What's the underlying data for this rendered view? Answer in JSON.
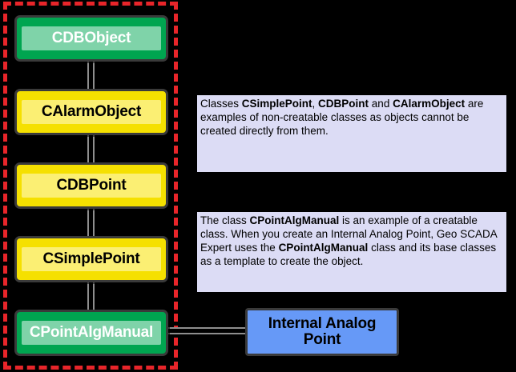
{
  "diagram": {
    "title": "Geo SCADA Expert class hierarchy diagram",
    "group_highlight": {
      "name": "non-creatable-and-creatable-class-chain",
      "border_color": "#e8252a",
      "style": "dashed"
    },
    "nodes": [
      {
        "id": "cdbobject",
        "label": "CDBObject",
        "color": "#00a550",
        "kind": "class-box-green"
      },
      {
        "id": "calarmobject",
        "label": "CAlarmObject",
        "color": "#f5e000",
        "kind": "class-box-yellow"
      },
      {
        "id": "cdbpoint",
        "label": "CDBPoint",
        "color": "#f5e000",
        "kind": "class-box-yellow"
      },
      {
        "id": "csimplepoint",
        "label": "CSimplePoint",
        "color": "#f5e000",
        "kind": "class-box-yellow"
      },
      {
        "id": "cpointalgmanual",
        "label": "CPointAlgManual",
        "color": "#00a550",
        "kind": "class-box-green"
      },
      {
        "id": "internalanalogpoint",
        "label": "Internal Analog\nPoint",
        "color": "#6699f7",
        "kind": "object-box-blue"
      }
    ],
    "callouts": [
      {
        "id": "callout-non-creatable",
        "background": "#dcdcf5",
        "segments": [
          {
            "text": "Classes ",
            "bold": false
          },
          {
            "text": "CSimplePoint",
            "bold": true
          },
          {
            "text": ", ",
            "bold": false
          },
          {
            "text": "CDBPoint",
            "bold": true
          },
          {
            "text": " and ",
            "bold": false
          },
          {
            "text": "CAlarmObject",
            "bold": true
          },
          {
            "text": " are examples of non-creatable classes as objects cannot be created directly from them.",
            "bold": false
          }
        ]
      },
      {
        "id": "callout-creatable",
        "background": "#dcdcf5",
        "segments": [
          {
            "text": "The class ",
            "bold": false
          },
          {
            "text": "CPointAlgManual",
            "bold": true
          },
          {
            "text": " is an example of a creatable class. When you create an Internal Analog Point, Geo SCADA Expert uses the ",
            "bold": false
          },
          {
            "text": "CPointAlgManual",
            "bold": true
          },
          {
            "text": " class and its base classes as a template to create the object.",
            "bold": false
          }
        ]
      }
    ],
    "connectors": [
      {
        "id": "cdbobject-to-calarmobject",
        "orientation": "vertical"
      },
      {
        "id": "calarmobject-to-cdbpoint",
        "orientation": "vertical"
      },
      {
        "id": "cdbpoint-to-csimplepoint",
        "orientation": "vertical"
      },
      {
        "id": "csimplepoint-to-cpointalgmanual",
        "orientation": "vertical"
      },
      {
        "id": "cpointalgmanual-to-internalanalogpoint",
        "orientation": "horizontal"
      }
    ]
  }
}
